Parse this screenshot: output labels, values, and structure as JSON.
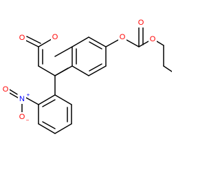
{
  "molecule": {
    "colors": {
      "bond": "#000000",
      "oxygen": "#ff0000",
      "nitrogen": "#0000ff"
    },
    "labels": {
      "o_ring": "O",
      "o_lactone_carbonyl": "O",
      "o_ether": "O",
      "o_ester_carbonyl": "O",
      "o_ester": "O",
      "n_nitro": "N",
      "n_nitro_charge": "+",
      "o_nitro_top": "O",
      "o_nitro_bottom": "O",
      "o_nitro_bottom_charge": "−"
    }
  }
}
